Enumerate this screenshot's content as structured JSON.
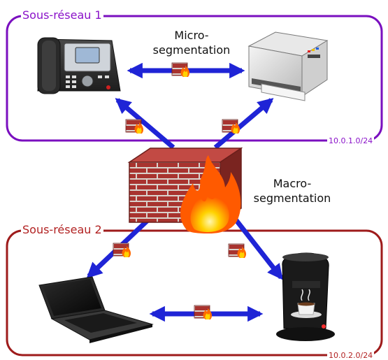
{
  "subnet1": {
    "title": "Sous-réseau 1",
    "cidr": "10.0.1.0/24",
    "border_color": "#7a0fbf",
    "text_color": "#8a12c9"
  },
  "subnet2": {
    "title": "Sous-réseau 2",
    "cidr": "10.0.2.0/24",
    "border_color": "#9e1b1b",
    "text_color": "#b22222"
  },
  "labels": {
    "micro_line1": "Micro-",
    "micro_line2": "segmentation",
    "macro_line1": "Macro-",
    "macro_line2": "segmentation"
  },
  "colors": {
    "arrow": "#1f24d6",
    "brick": "#a8332f",
    "flame_outer": "#ff6a00",
    "flame_inner": "#ffd200"
  },
  "icons": [
    "ip-phone-icon",
    "printer-icon",
    "laptop-icon",
    "coffee-machine-icon",
    "firewall-icon"
  ]
}
